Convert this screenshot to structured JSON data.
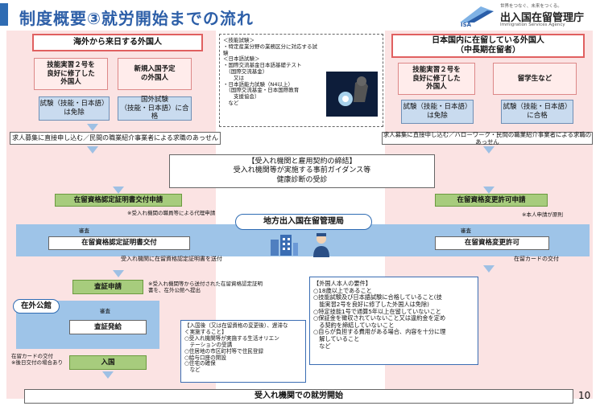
{
  "title": "制度概要③就労開始までの流れ",
  "logo": {
    "tagline": "世界をつなぐ、未来をつくる。",
    "abbr": "ISA",
    "name": "出入国在留管理庁",
    "english": "Immigration Services Agency"
  },
  "page_number": "10",
  "left_header": "海外から来日する外国人",
  "right_header": "日本国内に在留している外国人\n（中長期在留者）",
  "boxes": {
    "tech_intern_left": "技能実習２号を\n良好に修了した\n外国人",
    "new_entry": "新規入国予定\nの外国人",
    "tech_intern_right": "技能実習２号を\n良好に修了した\n外国人",
    "student": "留学生など",
    "exempt_left": "試験（技能・日本語）\nは免除",
    "pass_abroad": "国外試験\n（技能・日本語）に合格",
    "exempt_right": "試験（技能・日本語）\nは免除",
    "pass_domestic": "試験（技能・日本語）\nに合格"
  },
  "exam_info": "＜技能試験＞\n・特定産業分野の業務区分に対応する試験\n＜日本語試験＞\n・国際交流基金日本語基礎テスト\n　（国際交流基金）\n　　又は\n・日本語能力試験（N4以上）\n　（国際交流基金・日本国際教育\n　　支援協会）\n　など",
  "job_left": "求人募集に直接申し込む／民間の職業紹介事業者による求職のあっせん",
  "job_right": "求人募集に直接申し込む／ハローワーク・民間の職業紹介事業者による求職のあっせん",
  "contract": "【受入れ機関と雇用契約の締結】\n受入れ機関等が実施する事前ガイダンス等\n健康診断の受診",
  "coe_apply": "在留資格認定証明書交付申請",
  "coe_note": "※受入れ機関の職員等による代理申請",
  "change_apply": "在留資格変更許可申請",
  "change_note": "※本人申請が原則",
  "bureau": "地方出入国在留管理局",
  "review": "審査",
  "coe_issue": "在留資格認定証明書交付",
  "change_grant": "在留資格変更許可",
  "coe_send": "受入れ機関に在留資格認定証明書を送付",
  "card_issue": "在留カードの交付",
  "visa_apply": "査証申請",
  "visa_note": "※受入れ機関等から送付された在留資格認定証明\n書を、在外公館へ提出",
  "embassy": "在外公館",
  "visa_issue": "査証発給",
  "card_left_note": "在留カードの交付\n※後日交付の場合あり",
  "entry": "入国",
  "requirements": "【外国人本人の要件】\n○18歳以上であること\n○技能試験及び日本語試験に合格していること(技\n　能実習2号を良好に修了した外国人は免除)\n○特定技能1号で通算5年以上在留していないこと\n○保証金を徴収されていないこと又は違約金を定め\n　る契約を締結していないこと\n○自らが負担する費用がある場合、内容を十分に理\n　解していること\n　など",
  "arrival": "【入国後（又は在留資格の変更後）、遅滞な\nく実施すること】\n○受入れ機関等が実施する生活オリエン\n　テーションの受講\n○住居地の市区町村等で住民登録\n○給与口座の開設\n○住宅の確保\n　など",
  "start": "受入れ機関での就労開始"
}
